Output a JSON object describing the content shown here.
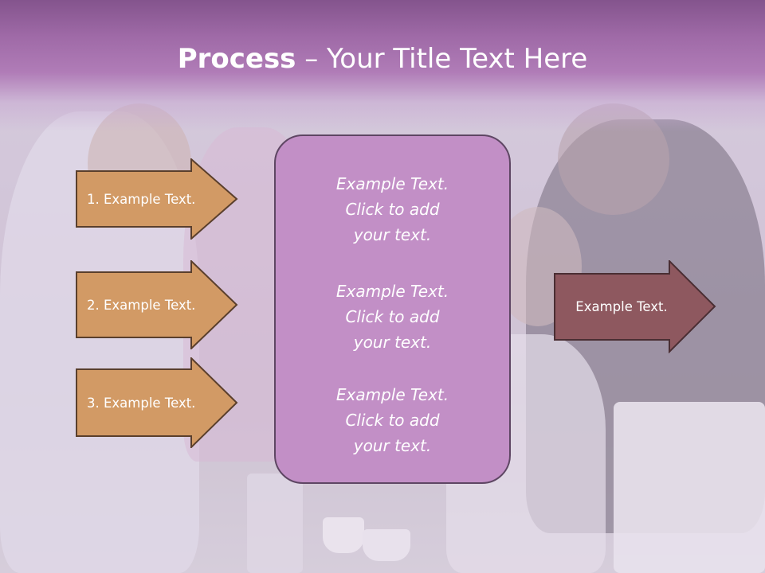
{
  "slide": {
    "title_bold": "Process",
    "title_rest": " – Your Title Text Here"
  },
  "left_arrows": [
    {
      "label": "1. Example Text."
    },
    {
      "label": "2. Example Text."
    },
    {
      "label": "3. Example Text."
    }
  ],
  "center_panel": {
    "blocks": [
      {
        "lines": [
          "Example Text.",
          "Click  to add",
          "your text."
        ]
      },
      {
        "lines": [
          "Example Text.",
          "Click  to add",
          "your text."
        ]
      },
      {
        "lines": [
          "Example Text.",
          "Click  to add",
          "your text."
        ]
      }
    ]
  },
  "right_arrow": {
    "label": "Example Text."
  },
  "colors": {
    "header": "#9f6aa7",
    "left_arrow_fill": "#d29a65",
    "left_arrow_stroke": "#5a3f2c",
    "panel_fill": "#c28fc6",
    "right_arrow_fill": "#8e585f"
  }
}
